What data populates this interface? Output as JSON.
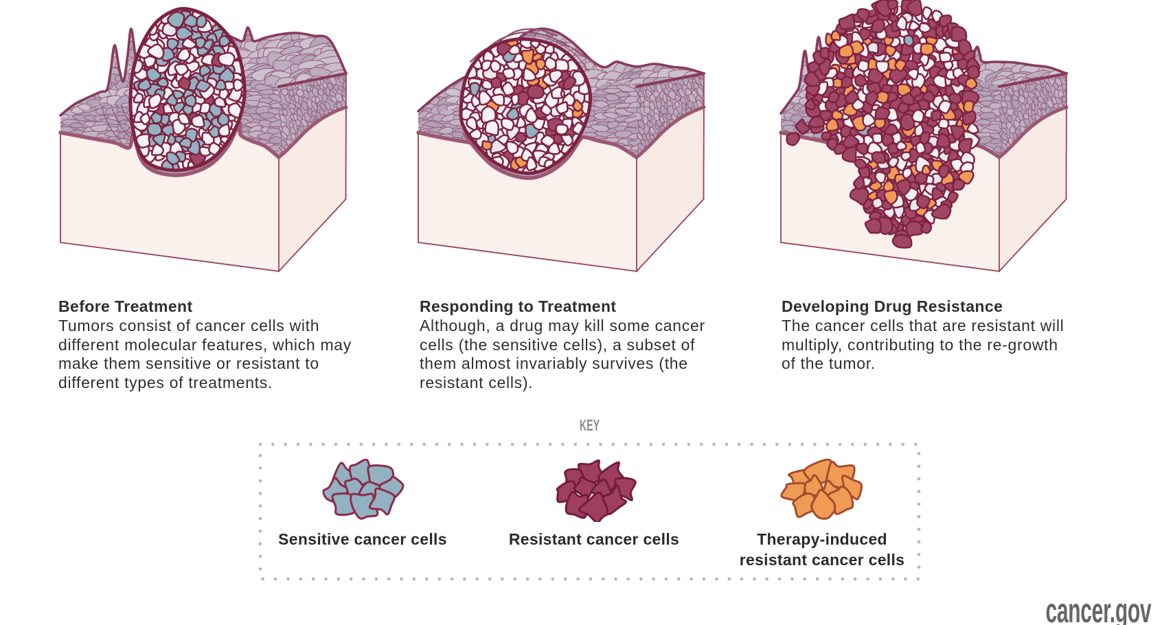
{
  "page": {
    "background": "#ffffff",
    "brand": "cancer.gov"
  },
  "panels": [
    {
      "title": "Before Treatment",
      "description_lines": [
        "Tumors consist of cancer cells with",
        "different molecular features, which may",
        "make them sensitive or resistant to",
        "different types of treatments."
      ]
    },
    {
      "title": "Responding to Treatment",
      "description_lines": [
        "Although, a drug may kill some cancer",
        "cells (the sensitive cells), a subset of",
        "them almost invariably survives (the",
        "resistant cells)."
      ]
    },
    {
      "title": "Developing Drug Resistance",
      "description_lines": [
        "The cancer cells that are resistant will",
        "multiply, contributing to the re-growth",
        "of the tumor."
      ]
    }
  ],
  "key": {
    "title": "KEY",
    "items": [
      {
        "label_lines": [
          "Sensitive cancer cells"
        ],
        "color": "#92b1c1",
        "outline": "#8e2a4c"
      },
      {
        "label_lines": [
          "Resistant cancer cells"
        ],
        "color": "#9e3f5f",
        "outline": "#731d3e"
      },
      {
        "label_lines": [
          "Therapy-induced",
          "resistant cancer cells"
        ],
        "color": "#f09a55",
        "outline": "#a34d2e"
      }
    ]
  },
  "colors": {
    "cell_outline": "#7e2342",
    "cell_fill": "#f5f2f5",
    "cell_fill_alt": "#eae7ee",
    "sensitive_blue": "#92b1c1",
    "resistant_maroon": "#a04765",
    "therapy_orange": "#f09a55",
    "skin_base": "#c0b2c5",
    "skin_stroke": "#98617e",
    "cream_front": "#fbf1ec",
    "cream_side": "#f8ebe5",
    "dermis_line": "#9d5873",
    "dot_border": "#b5b5b5"
  }
}
